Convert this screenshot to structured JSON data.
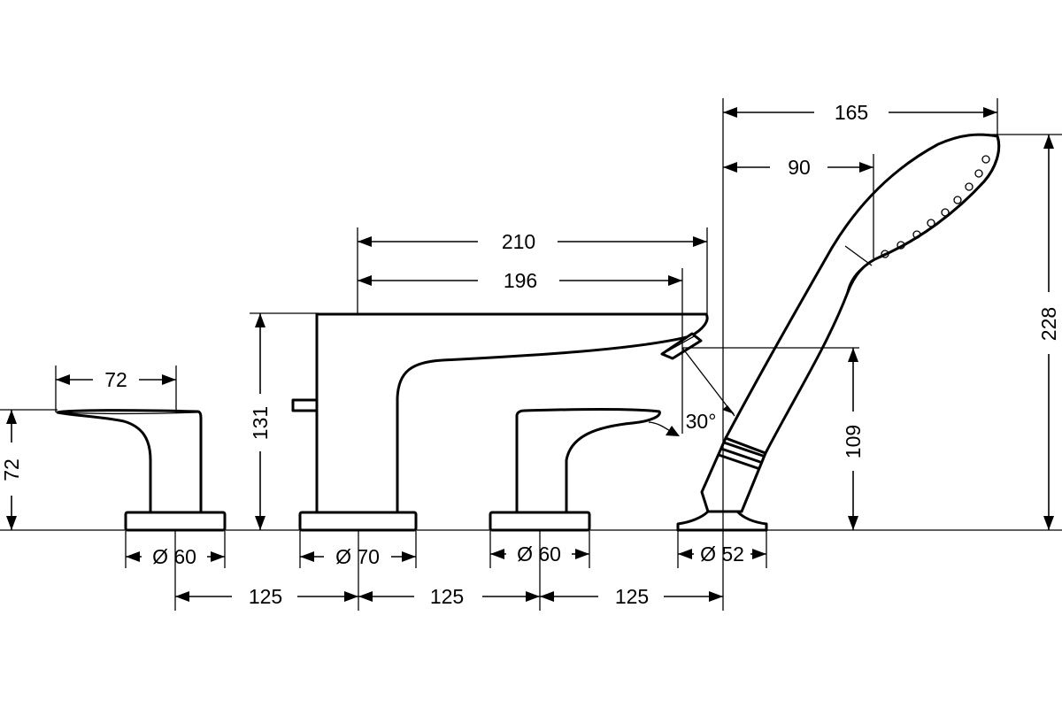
{
  "dimensions": {
    "handle_left_width": "72",
    "handle_left_height": "72",
    "base_left_diameter": "Ø 60",
    "spout_height": "131",
    "spout_base_diameter": "Ø 70",
    "spout_length_outer": "210",
    "spout_length_inner": "196",
    "handle_right_diameter": "Ø 60",
    "spout_angle": "30°",
    "outlet_height": "109",
    "shower_width": "165",
    "shower_offset": "90",
    "shower_height": "228",
    "shower_base_diameter": "Ø 52",
    "spacing_1": "125",
    "spacing_2": "125",
    "spacing_3": "125"
  },
  "colors": {
    "line": "#000000",
    "background": "#ffffff"
  }
}
